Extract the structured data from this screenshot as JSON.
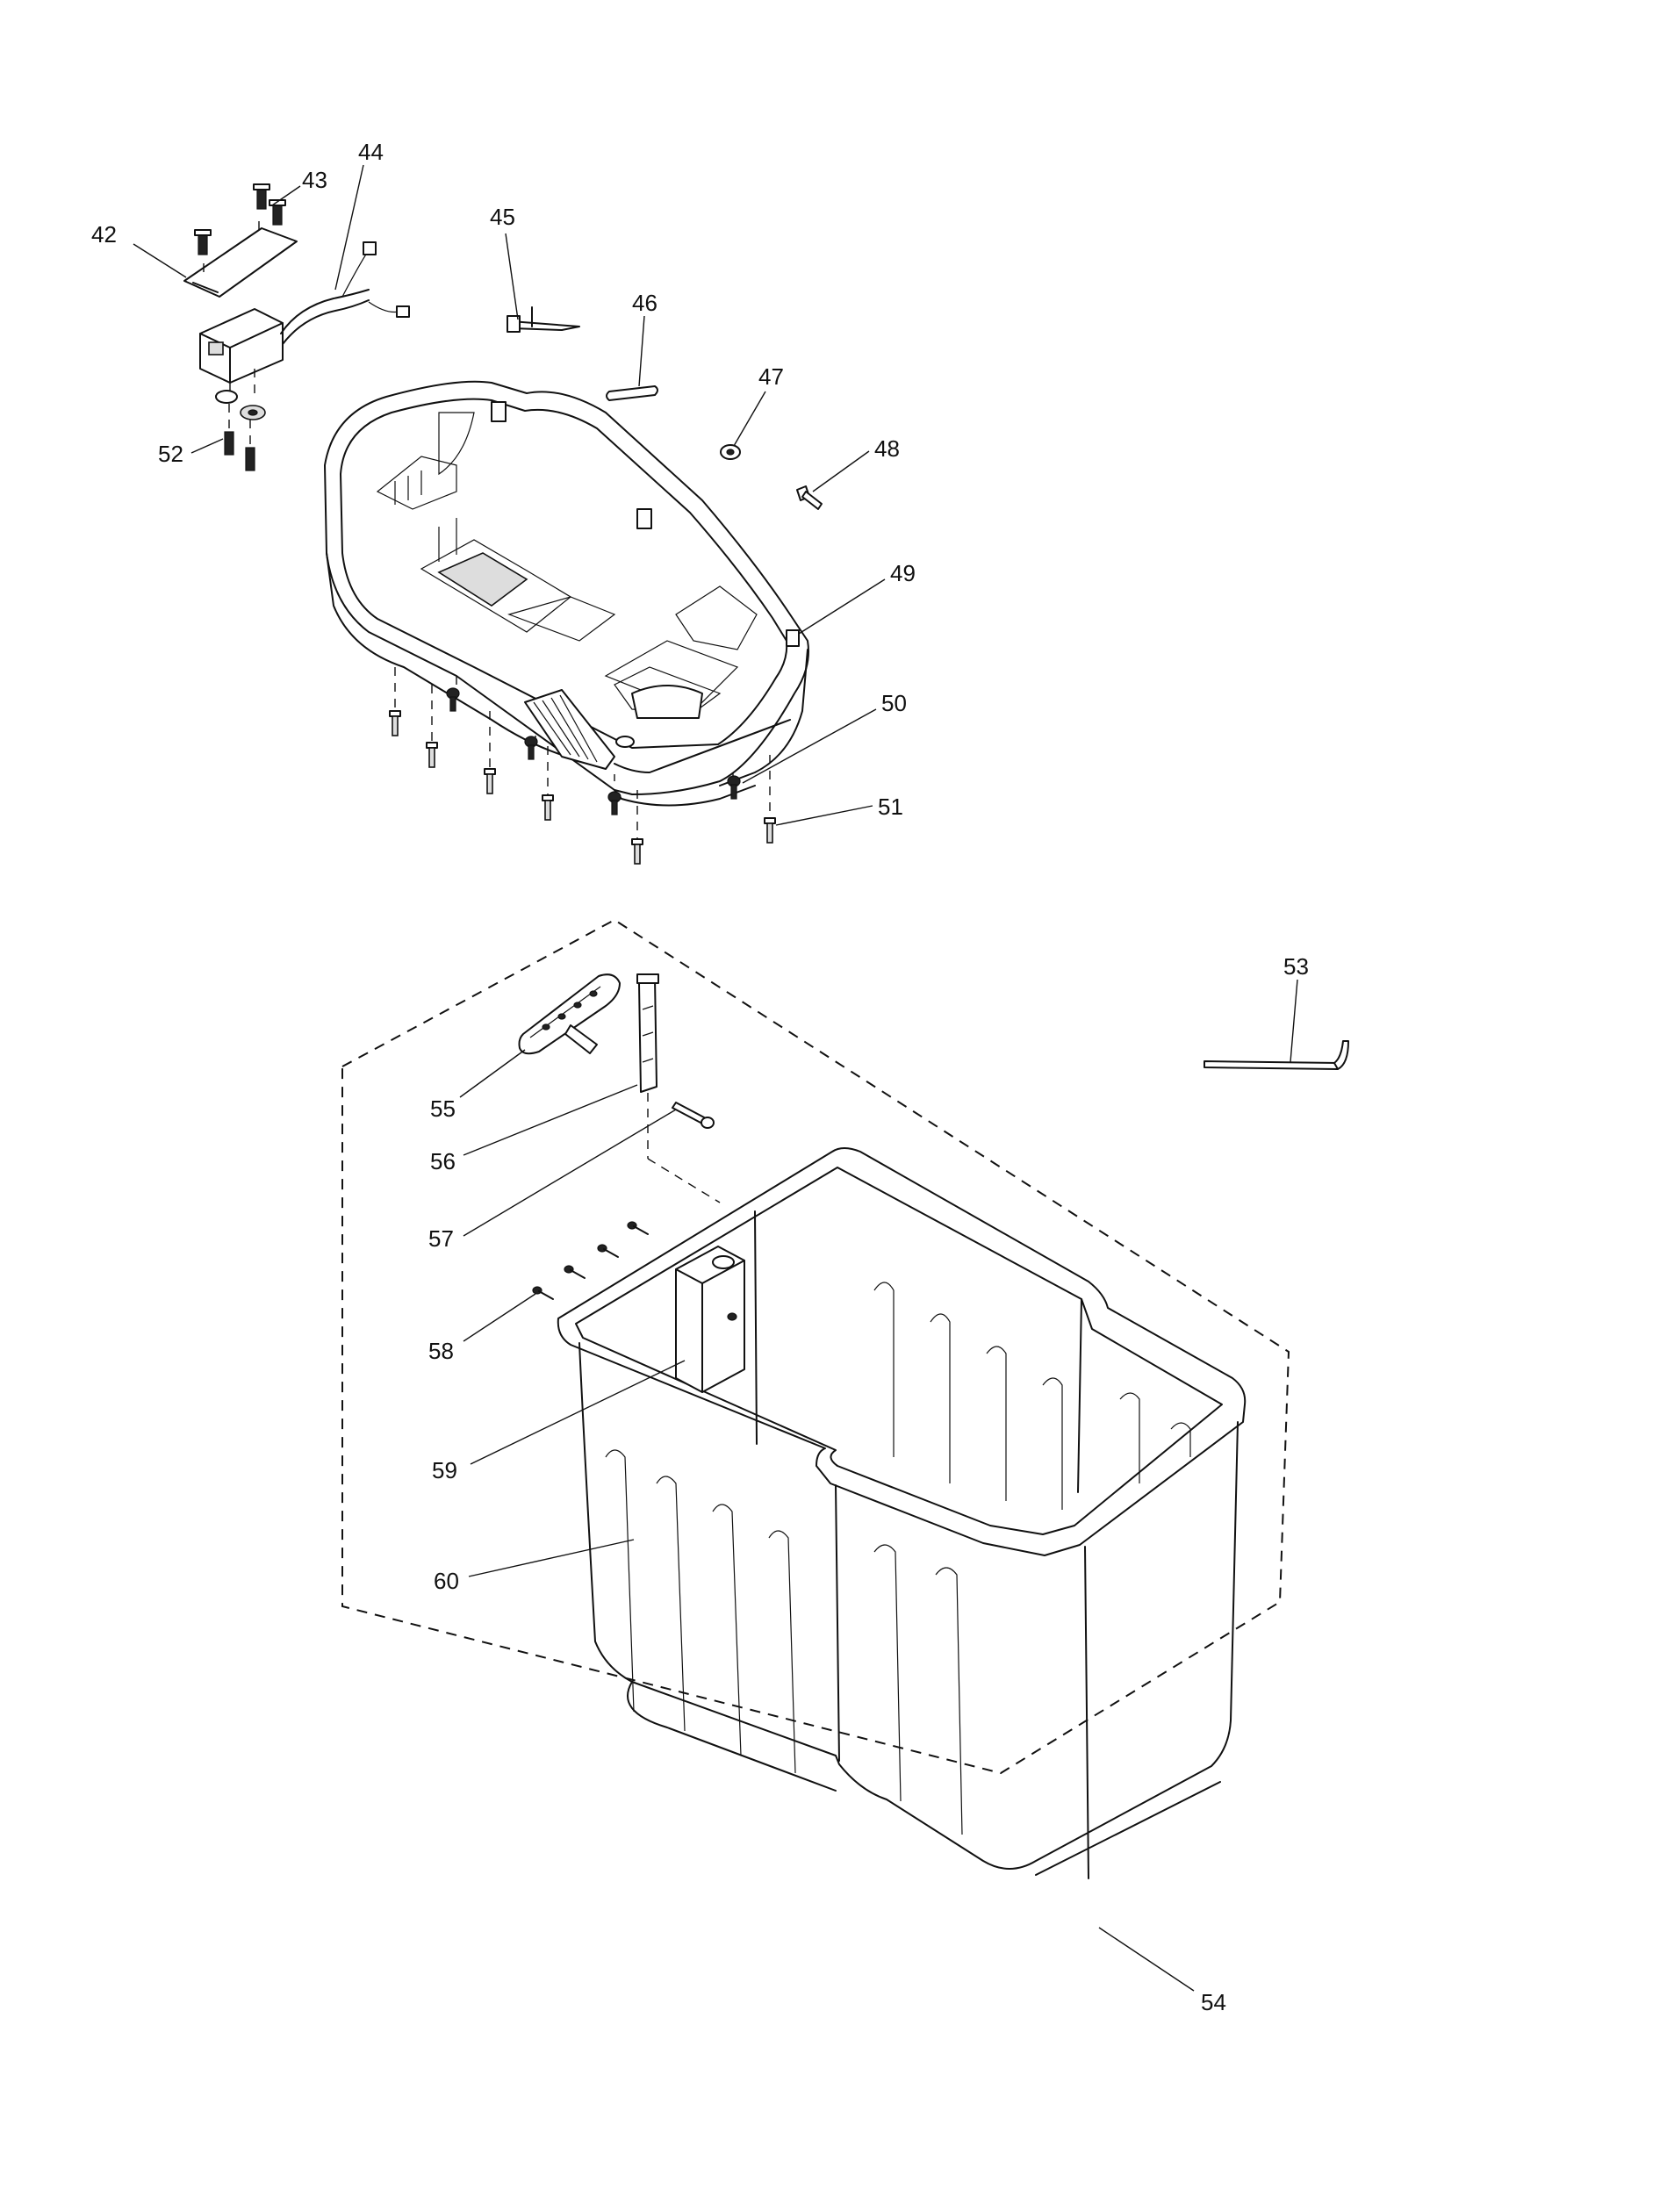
{
  "callouts": {
    "c42": "42",
    "c43": "43",
    "c44": "44",
    "c45": "45",
    "c46": "46",
    "c47": "47",
    "c48": "48",
    "c49": "49",
    "c50": "50",
    "c51": "51",
    "c52": "52",
    "c53": "53",
    "c54": "54",
    "c55": "55",
    "c56": "56",
    "c57": "57",
    "c58": "58",
    "c59": "59",
    "c60": "60"
  }
}
